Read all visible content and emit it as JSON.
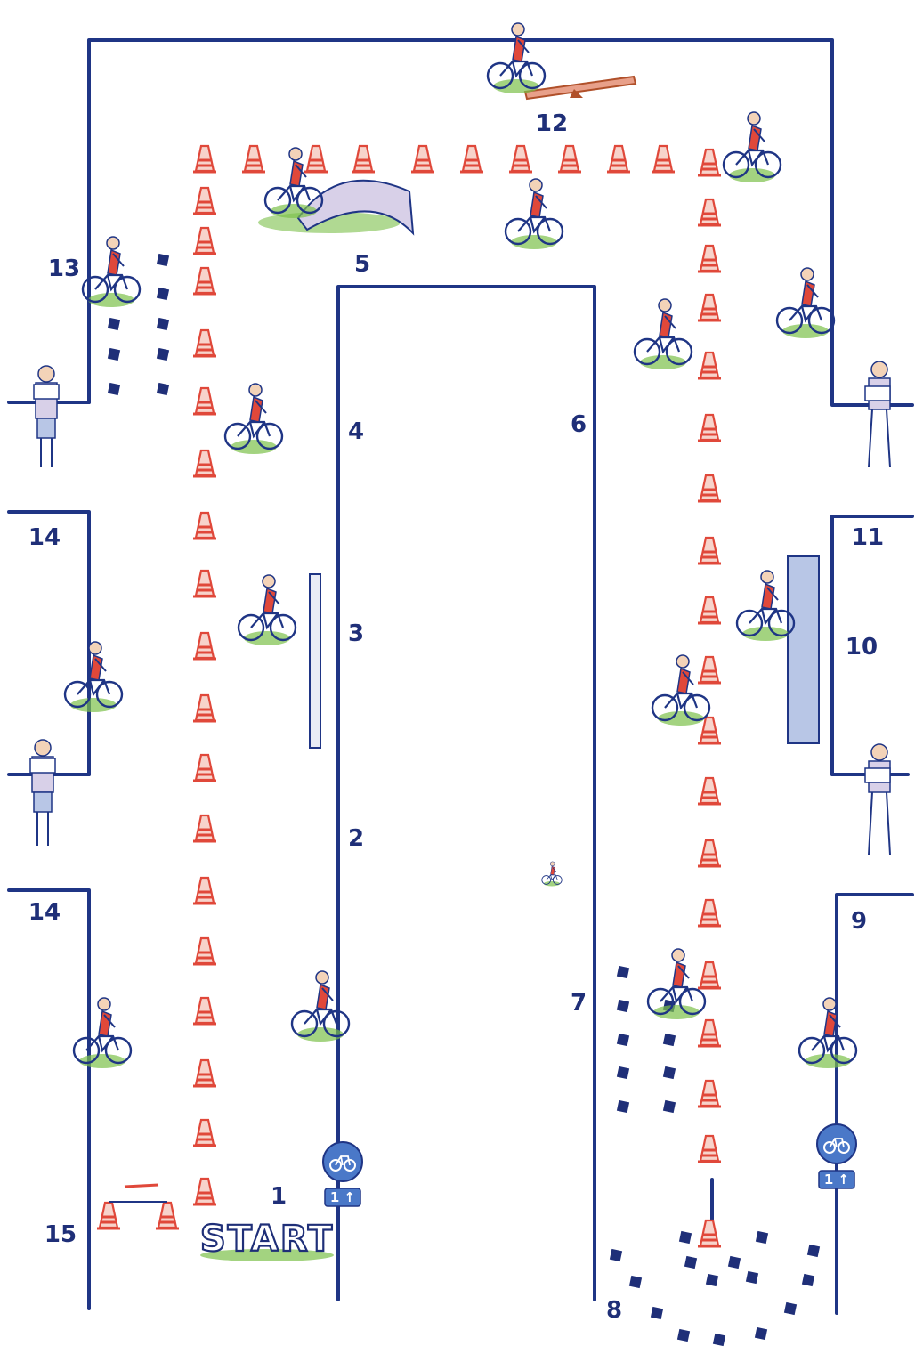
{
  "start_label": "START",
  "stations": {
    "s1": "1",
    "s2": "2",
    "s3": "3",
    "s4": "4",
    "s5": "5",
    "s6": "6",
    "s7": "7",
    "s8": "8",
    "s9": "9",
    "s10": "10",
    "s11": "11",
    "s12": "12",
    "s13": "13",
    "s14a": "14",
    "s14b": "14",
    "s15": "15"
  },
  "signs": {
    "left_plate": "1 ↑",
    "right_plate": "1 ↑"
  },
  "colors": {
    "course_line": "#1f3585",
    "cone": "#e0483a",
    "block": "#1f2f78",
    "grass": "#7cc04a",
    "sign": "#4a78c8"
  }
}
